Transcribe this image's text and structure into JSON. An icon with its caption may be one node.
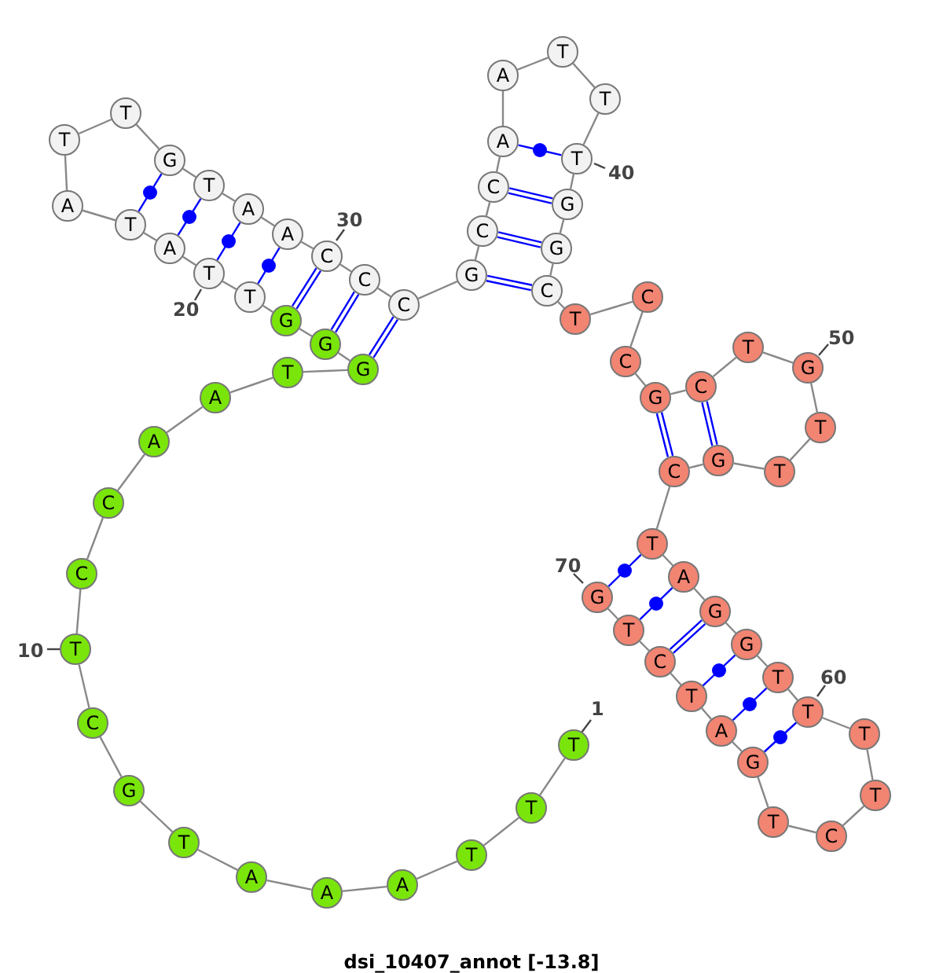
{
  "diagram": {
    "caption": "dsi_10407_annot [-13.8]",
    "nodes": [
      {
        "text": [
          "T"
        ],
        "beside": [
          "1"
        ]
      },
      {
        "text": [
          "T"
        ]
      },
      {
        "text": [
          "T"
        ]
      },
      {
        "text": [
          "A"
        ]
      },
      {
        "text": [
          "A"
        ]
      },
      {
        "text": [
          "A"
        ]
      },
      {
        "text": [
          "T"
        ]
      },
      {
        "text": [
          "G"
        ]
      },
      {
        "text": [
          "C"
        ]
      },
      {
        "text": [
          "T"
        ],
        "beside": [
          "10"
        ]
      },
      {
        "text": [
          "C"
        ]
      },
      {
        "text": [
          "C"
        ]
      },
      {
        "text": [
          "A"
        ]
      },
      {
        "text": [
          "A"
        ]
      },
      {
        "text": [
          "T"
        ]
      },
      {
        "text": [
          "G"
        ]
      },
      {
        "text": [
          "G"
        ]
      },
      {
        "text": [
          "G"
        ]
      },
      {
        "text": [
          "T"
        ]
      },
      {
        "text": [
          "T"
        ],
        "beside": [
          "20"
        ]
      },
      {
        "text": [
          "A"
        ]
      },
      {
        "text": [
          "T"
        ]
      },
      {
        "text": [
          "A"
        ]
      },
      {
        "text": [
          "T"
        ]
      },
      {
        "text": [
          "T"
        ]
      },
      {
        "text": [
          "G"
        ]
      },
      {
        "text": [
          "T"
        ]
      },
      {
        "text": [
          "A"
        ]
      },
      {
        "text": [
          "A"
        ]
      },
      {
        "text": [
          "C"
        ],
        "beside": [
          "30"
        ]
      },
      {
        "text": [
          "C"
        ]
      },
      {
        "text": [
          "C"
        ]
      },
      {
        "text": [
          "G"
        ]
      },
      {
        "text": [
          "C"
        ]
      },
      {
        "text": [
          "C"
        ]
      },
      {
        "text": [
          "A"
        ]
      },
      {
        "text": [
          "A"
        ]
      },
      {
        "text": [
          "T"
        ]
      },
      {
        "text": [
          "T"
        ]
      },
      {
        "text": [
          "T"
        ],
        "beside": [
          "40"
        ]
      },
      {
        "text": [
          "G"
        ]
      },
      {
        "text": [
          "G"
        ]
      },
      {
        "text": [
          "C"
        ]
      },
      {
        "text": [
          "T"
        ]
      },
      {
        "text": [
          "C"
        ]
      },
      {
        "text": [
          "C"
        ]
      },
      {
        "text": [
          "G"
        ]
      },
      {
        "text": [
          "C"
        ]
      },
      {
        "text": [
          "T"
        ]
      },
      {
        "text": [
          "G"
        ],
        "beside": [
          "50"
        ]
      },
      {
        "text": [
          "T"
        ]
      },
      {
        "text": [
          "T"
        ]
      },
      {
        "text": [
          "G"
        ]
      },
      {
        "text": [
          "C"
        ]
      },
      {
        "text": [
          "T"
        ]
      },
      {
        "text": [
          "A"
        ]
      },
      {
        "text": [
          "G"
        ]
      },
      {
        "text": [
          "G"
        ]
      },
      {
        "text": [
          "T"
        ]
      },
      {
        "text": [
          "T"
        ],
        "beside": [
          "60"
        ]
      },
      {
        "text": [
          "T"
        ]
      },
      {
        "text": [
          "T"
        ]
      },
      {
        "text": [
          "C"
        ]
      },
      {
        "text": [
          "T"
        ]
      },
      {
        "text": [
          "G"
        ]
      },
      {
        "text": [
          "A"
        ]
      },
      {
        "text": [
          "T"
        ]
      },
      {
        "text": [
          "C"
        ]
      },
      {
        "text": [
          "T"
        ]
      },
      {
        "text": [
          "G"
        ],
        "beside": [
          "70"
        ]
      }
    ],
    "edges": [
      {
        "from": 0,
        "to": 1,
        "arrow": "none"
      },
      {
        "from": 1,
        "to": 2,
        "arrow": "none"
      },
      {
        "from": 2,
        "to": 3,
        "arrow": "none"
      },
      {
        "from": 3,
        "to": 4,
        "arrow": "none"
      },
      {
        "from": 4,
        "to": 5,
        "arrow": "none"
      },
      {
        "from": 5,
        "to": 6,
        "arrow": "none"
      },
      {
        "from": 6,
        "to": 7,
        "arrow": "none"
      },
      {
        "from": 7,
        "to": 8,
        "arrow": "none"
      },
      {
        "from": 8,
        "to": 9,
        "arrow": "none"
      },
      {
        "from": 9,
        "to": 10,
        "arrow": "none"
      },
      {
        "from": 10,
        "to": 11,
        "arrow": "none"
      },
      {
        "from": 11,
        "to": 12,
        "arrow": "none"
      },
      {
        "from": 12,
        "to": 13,
        "arrow": "none"
      },
      {
        "from": 13,
        "to": 14,
        "arrow": "none"
      },
      {
        "from": 14,
        "to": 15,
        "arrow": "none"
      },
      {
        "from": 15,
        "to": 16,
        "arrow": "none"
      },
      {
        "from": 16,
        "to": 17,
        "arrow": "none"
      },
      {
        "from": 17,
        "to": 18,
        "arrow": "none"
      },
      {
        "from": 18,
        "to": 19,
        "arrow": "none"
      },
      {
        "from": 19,
        "to": 20,
        "arrow": "none"
      },
      {
        "from": 20,
        "to": 21,
        "arrow": "none"
      },
      {
        "from": 21,
        "to": 22,
        "arrow": "none"
      },
      {
        "from": 22,
        "to": 23,
        "arrow": "none"
      },
      {
        "from": 23,
        "to": 24,
        "arrow": "none"
      },
      {
        "from": 24,
        "to": 25,
        "arrow": "none"
      },
      {
        "from": 25,
        "to": 26,
        "arrow": "none"
      },
      {
        "from": 26,
        "to": 27,
        "arrow": "none"
      },
      {
        "from": 27,
        "to": 28,
        "arrow": "none"
      },
      {
        "from": 28,
        "to": 29,
        "arrow": "none"
      },
      {
        "from": 29,
        "to": 30,
        "arrow": "none"
      },
      {
        "from": 30,
        "to": 31,
        "arrow": "none"
      },
      {
        "from": 31,
        "to": 32,
        "arrow": "none"
      },
      {
        "from": 32,
        "to": 33,
        "arrow": "none"
      },
      {
        "from": 33,
        "to": 34,
        "arrow": "none"
      },
      {
        "from": 34,
        "to": 35,
        "arrow": "none"
      },
      {
        "from": 35,
        "to": 36,
        "arrow": "none"
      },
      {
        "from": 36,
        "to": 37,
        "arrow": "none"
      },
      {
        "from": 37,
        "to": 38,
        "arrow": "none"
      },
      {
        "from": 38,
        "to": 39,
        "arrow": "none"
      },
      {
        "from": 39,
        "to": 40,
        "arrow": "none"
      },
      {
        "from": 40,
        "to": 41,
        "arrow": "none"
      },
      {
        "from": 41,
        "to": 42,
        "arrow": "none"
      },
      {
        "from": 42,
        "to": 43,
        "arrow": "none"
      },
      {
        "from": 43,
        "to": 44,
        "arrow": "none"
      },
      {
        "from": 44,
        "to": 45,
        "arrow": "none"
      },
      {
        "from": 45,
        "to": 46,
        "arrow": "none"
      },
      {
        "from": 46,
        "to": 47,
        "arrow": "none"
      },
      {
        "from": 47,
        "to": 48,
        "arrow": "none"
      },
      {
        "from": 48,
        "to": 49,
        "arrow": "none"
      },
      {
        "from": 49,
        "to": 50,
        "arrow": "none"
      },
      {
        "from": 50,
        "to": 51,
        "arrow": "none"
      },
      {
        "from": 51,
        "to": 52,
        "arrow": "none"
      },
      {
        "from": 52,
        "to": 53,
        "arrow": "none"
      },
      {
        "from": 53,
        "to": 54,
        "arrow": "none"
      },
      {
        "from": 54,
        "to": 55,
        "arrow": "none"
      },
      {
        "from": 55,
        "to": 56,
        "arrow": "none"
      },
      {
        "from": 56,
        "to": 57,
        "arrow": "none"
      },
      {
        "from": 57,
        "to": 58,
        "arrow": "none"
      },
      {
        "from": 58,
        "to": 59,
        "arrow": "none"
      },
      {
        "from": 59,
        "to": 60,
        "arrow": "none"
      },
      {
        "from": 60,
        "to": 61,
        "arrow": "none"
      },
      {
        "from": 61,
        "to": 62,
        "arrow": "none"
      },
      {
        "from": 62,
        "to": 63,
        "arrow": "none"
      },
      {
        "from": 63,
        "to": 64,
        "arrow": "none"
      },
      {
        "from": 64,
        "to": 65,
        "arrow": "none"
      },
      {
        "from": 65,
        "to": 66,
        "arrow": "none"
      },
      {
        "from": 66,
        "to": 67,
        "arrow": "none"
      },
      {
        "from": 67,
        "to": 68,
        "arrow": "none"
      },
      {
        "from": 68,
        "to": 69,
        "arrow": "none"
      },
      {
        "from": 15,
        "to": 31,
        "arrow": "none",
        "color": "#0000ff"
      },
      {
        "from": 16,
        "to": 30,
        "arrow": "none",
        "color": "#0000ff"
      },
      {
        "from": 17,
        "to": 29,
        "arrow": "none",
        "color": "#0000ff"
      },
      {
        "from": 18,
        "to": 28,
        "arrow": "none",
        "color": "#0000ff"
      },
      {
        "from": 19,
        "to": 27,
        "arrow": "none",
        "color": "#0000ff"
      },
      {
        "from": 20,
        "to": 26,
        "arrow": "none",
        "color": "#0000ff"
      },
      {
        "from": 21,
        "to": 25,
        "arrow": "none",
        "color": "#0000ff"
      },
      {
        "from": 32,
        "to": 42,
        "arrow": "none",
        "color": "#0000ff"
      },
      {
        "from": 33,
        "to": 41,
        "arrow": "none",
        "color": "#0000ff"
      },
      {
        "from": 34,
        "to": 40,
        "arrow": "none",
        "color": "#0000ff"
      },
      {
        "from": 35,
        "to": 39,
        "arrow": "none",
        "color": "#0000ff"
      },
      {
        "from": 46,
        "to": 53,
        "arrow": "none",
        "color": "#0000ff"
      },
      {
        "from": 47,
        "to": 52,
        "arrow": "none",
        "color": "#0000ff"
      },
      {
        "from": 54,
        "to": 69,
        "arrow": "none",
        "color": "#0000ff"
      },
      {
        "from": 55,
        "to": 68,
        "arrow": "none",
        "color": "#0000ff"
      },
      {
        "from": 56,
        "to": 67,
        "arrow": "none",
        "color": "#0000ff"
      },
      {
        "from": 57,
        "to": 66,
        "arrow": "none",
        "color": "#0000ff"
      },
      {
        "from": 58,
        "to": 65,
        "arrow": "none",
        "color": "#0000ff"
      },
      {
        "from": 59,
        "to": 64,
        "arrow": "none",
        "color": "#0000ff"
      }
    ]
  }
}
